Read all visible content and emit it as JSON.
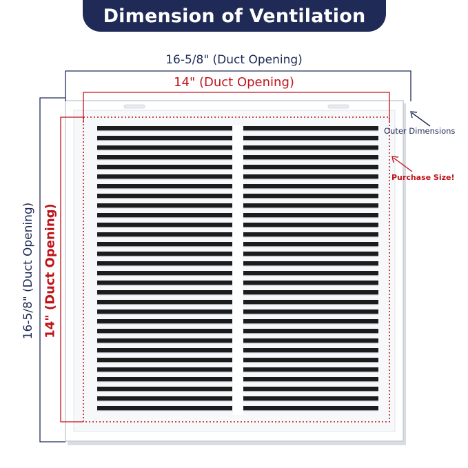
{
  "title": "Dimension of Ventilation",
  "outer_width_label": "16-5/8\" (Duct Opening)",
  "inner_width_label": "14\" (Duct Opening)",
  "outer_height_label": "16-5/8\" (Duct Opening)",
  "inner_height_label": "14\" (Duct Opening)",
  "outer_note": "Outer Dimensions",
  "purchase_note": "Purchase Size!",
  "colors": {
    "banner": "#1f2a56",
    "outer": "#1f2a56",
    "inner": "#c0141b",
    "grille": "#ffffff",
    "slot": "#1c1c1c"
  },
  "grille": {
    "columns": 2,
    "slats_per_column": 30
  }
}
